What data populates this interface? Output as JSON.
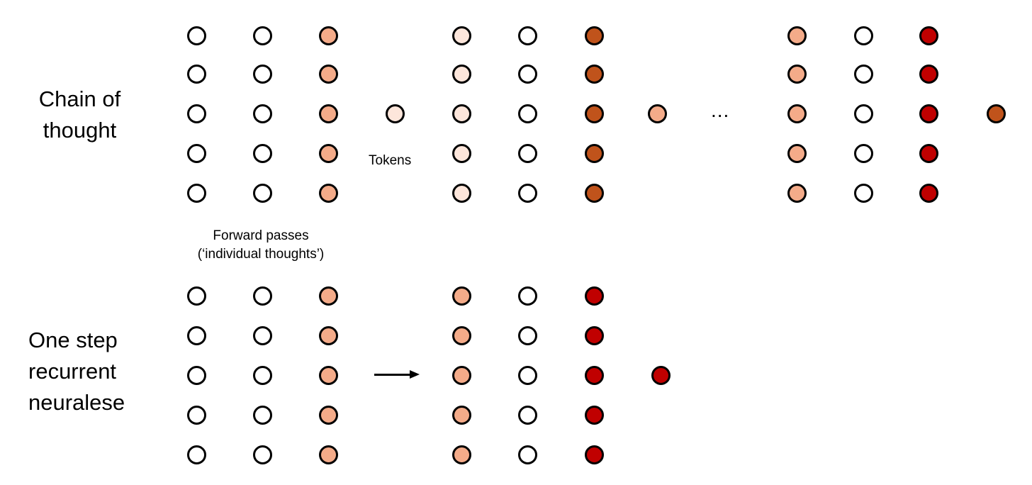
{
  "labels": {
    "chain_of_thought": [
      "Chain of",
      "thought"
    ],
    "one_step": [
      "One step",
      "recurrent",
      "neuralese"
    ],
    "tokens": "Tokens",
    "forward_passes": [
      "Forward passes",
      "(‘individual thoughts’)"
    ],
    "ellipsis": "..."
  },
  "colors": {
    "empty": "#ffffff",
    "very_light": "#fde6db",
    "light": "#f4ab89",
    "medium": "#c0531b",
    "dark": "#c00000",
    "stroke": "#000000"
  },
  "sections": [
    {
      "name": "chain-of-thought",
      "stages": [
        {
          "columns": [
            "empty",
            "empty",
            "light"
          ],
          "output": "very_light"
        },
        {
          "columns": [
            "very_light",
            "empty",
            "medium"
          ],
          "output": "light"
        },
        {
          "columns": [
            "light",
            "empty",
            "dark"
          ],
          "output": "medium"
        }
      ]
    },
    {
      "name": "one-step-recurrent",
      "stages": [
        {
          "columns": [
            "empty",
            "empty",
            "light"
          ],
          "output": null
        },
        {
          "columns": [
            "light",
            "empty",
            "dark"
          ],
          "output": "dark"
        }
      ]
    }
  ]
}
